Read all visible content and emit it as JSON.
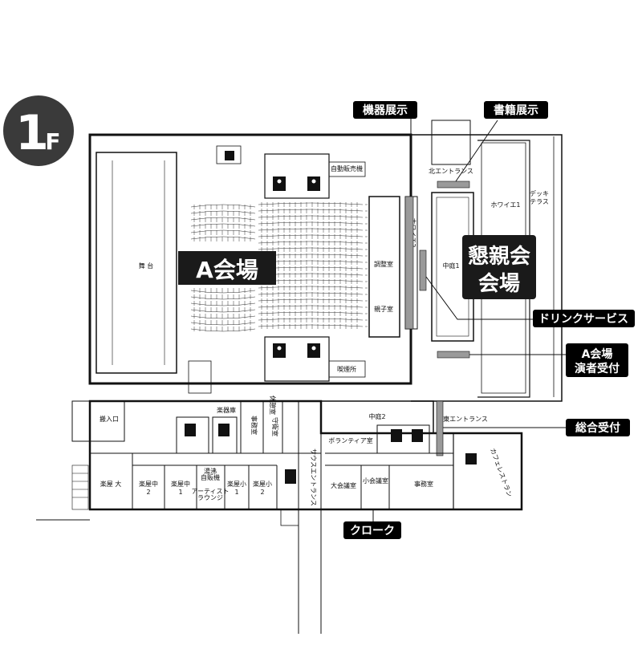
{
  "floor": {
    "number": "1",
    "suffix": "F"
  },
  "venues": {
    "hall_a": "A会場",
    "social_line1": "懇親会",
    "social_line2": "会場"
  },
  "callouts": {
    "equipment": "機器展示",
    "books": "書籍展示",
    "drink": "ドリンクサービス",
    "performer_line1": "A会場",
    "performer_line2": "演者受付",
    "reception": "総合受付",
    "cloak": "クローク"
  },
  "rooms": {
    "stage": "舞 台",
    "vending_top": "自動販売機",
    "control": "調整室",
    "hostess": "親子室",
    "foyer_vertical": "ホワイエ2",
    "north_entrance": "北エントランス",
    "courtyard1": "中庭1",
    "foyer1": "ホワイエ1",
    "deck_line1": "デッキ",
    "deck_line2": "テラス",
    "smoking": "喫煙所",
    "loading": "搬入口",
    "music_storage": "楽器庫",
    "break_room": "休憩室",
    "office_room_v": "事務室",
    "guard_v": "守衛室",
    "courtyard2": "中庭2",
    "east_entrance": "東エントランス",
    "volunteer": "ボランティア室",
    "cafe_v": "カフェレストラン",
    "dress_large": "楽屋 大",
    "dress_mid2_a": "楽屋中",
    "dress_mid2_b": "2",
    "dress_mid1_a": "楽屋中",
    "dress_mid1_b": "1",
    "vending_mid_a": "湯沸",
    "vending_mid_b": "自販機",
    "artist_a": "アーティスト",
    "artist_b": "ラウンジ",
    "dress_small1_a": "楽屋小",
    "dress_small1_b": "1",
    "dress_small2_a": "楽屋小",
    "dress_small2_b": "2",
    "south_entrance_v": "サウスエントランス",
    "large_meeting": "大会議室",
    "small_meeting": "小会議室",
    "office": "事務室"
  },
  "colors": {
    "callout_bg": "#000000",
    "venue_bg": "#1a1a1a",
    "floor_badge": "#3a3a3a",
    "booth_gray": "#9a9a9a",
    "line": "#111111"
  }
}
